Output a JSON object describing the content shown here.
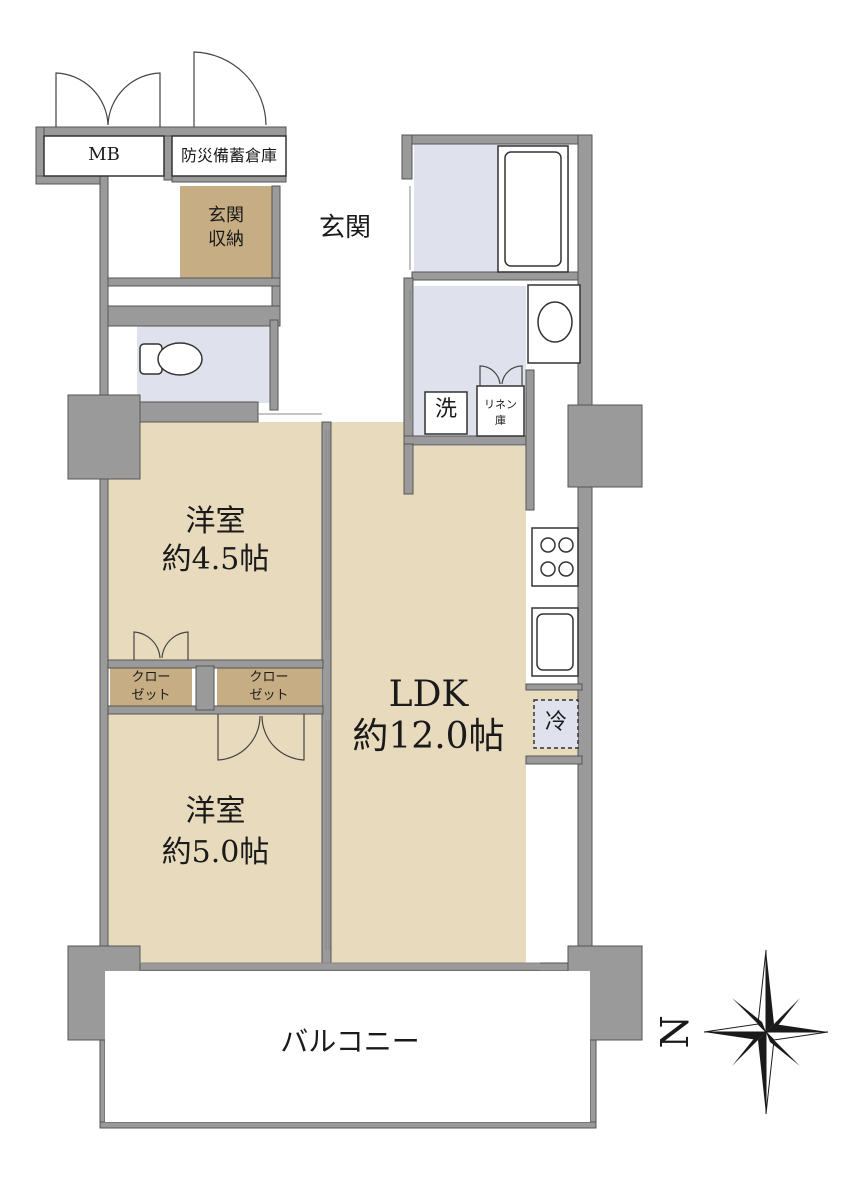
{
  "colors": {
    "wall": "#9a9a9a",
    "wall_edge": "#555555",
    "room_tan": "#e8dbbd",
    "storage_brown": "#c6ad83",
    "wet_blue": "#dfe1ec",
    "background": "#ffffff"
  },
  "rooms": {
    "mb": "MB",
    "emergency_storage": "防災備蓄倉庫",
    "entrance_storage_line1": "玄関",
    "entrance_storage_line2": "収納",
    "entrance": "玄関",
    "laundry": "洗",
    "linen_line1": "リネン",
    "linen_line2": "庫",
    "western_room_1_name": "洋室",
    "western_room_1_size": "約4.5帖",
    "closet_left_line1": "クロー",
    "closet_left_line2": "ゼット",
    "closet_right_line1": "クロー",
    "closet_right_line2": "ゼット",
    "western_room_2_name": "洋室",
    "western_room_2_size": "約5.0帖",
    "ldk_name": "LDK",
    "ldk_size": "約12.0帖",
    "refrigerator": "冷",
    "balcony": "バルコニー"
  },
  "compass": {
    "label": "N",
    "icon": "compass-rose-icon"
  }
}
